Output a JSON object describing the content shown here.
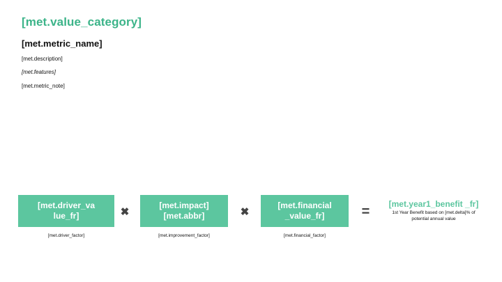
{
  "header": {
    "category": "[met.value_category]",
    "metric_name": "[met.metric_name]",
    "description": "[met.description]",
    "features": "[met.features]",
    "metric_note": "[met.metric_note]"
  },
  "formula": {
    "terms": [
      {
        "label": "[met.driver_va\nlue_fr]",
        "label_line1": "[met.driver_va",
        "label_line2": "lue_fr]",
        "sub": "[met.driver_factor]"
      },
      {
        "label_line1": "[met.impact]",
        "label_line2": "[met.abbr]",
        "sub": "[met.improvement_factor]"
      },
      {
        "label_line1": "[met.financial",
        "label_line2": "_value_fr]",
        "sub": "[met.financial_factor]"
      }
    ],
    "operators": {
      "multiply_1": "✖",
      "multiply_2": "✖",
      "equals": "="
    }
  },
  "result": {
    "title_line1": "[met.year1_benefit",
    "title_line2": "_fr]",
    "note": "1st Year Benefit based on [met.delta]% of potential annual value"
  },
  "colors": {
    "accent": "#3cb489",
    "box": "#5cc69f",
    "result_title": "#5cc69f",
    "text": "#111111"
  }
}
